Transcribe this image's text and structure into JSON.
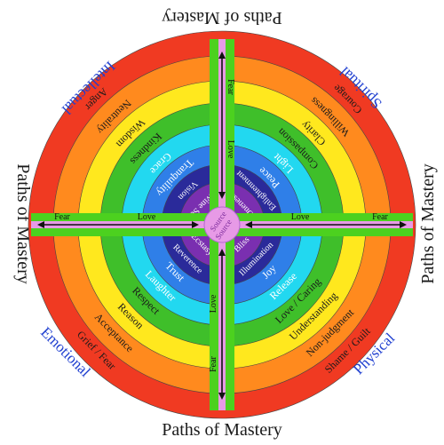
{
  "titles": {
    "top": "Paths of Mastery",
    "bottom": "Paths of Mastery",
    "left": "Paths of Mastery",
    "right": "Paths of Mastery"
  },
  "quadrants": {
    "top_left": "Intellectual",
    "top_right": "Spiritual",
    "bottom_left": "Emotional",
    "bottom_right": "Physical"
  },
  "rings": [
    {
      "color": "#f03a22",
      "tl": "Anger",
      "tr": "Courage",
      "bl": "Grief / Fear",
      "br": "Shame / Guilt"
    },
    {
      "color": "#ff8a1e",
      "tl": "Neutrality",
      "tr": "Willingness",
      "bl": "Acceptance",
      "br": "Non-judgment"
    },
    {
      "color": "#ffe81e",
      "tl": "Wisdom",
      "tr": "Clarity",
      "bl": "Reason",
      "br": "Understanding"
    },
    {
      "color": "#3fbf2a",
      "tl": "Kindness",
      "tr": "Compassion",
      "bl": "Respect",
      "br": "Love / Caring"
    },
    {
      "color": "#22d8f0",
      "tl": "Grace",
      "tr": "Light",
      "bl": "Laughter",
      "br": "Release"
    },
    {
      "color": "#2f7fe8",
      "tl": "Tranquility",
      "tr": "Peace",
      "bl": "Trust",
      "br": "Joy"
    },
    {
      "color": "#2a2a9a",
      "tl": "Vision",
      "tr": "Enlightenment",
      "bl": "Reverence",
      "br": "Illumination"
    },
    {
      "color": "#7a2fb0",
      "tl": "Divine Self",
      "tr": "Oneness",
      "bl": "Ecstasy",
      "br": "Bliss"
    }
  ],
  "center": {
    "line1": "Source",
    "line2": "Source"
  },
  "bars": {
    "top_fear": "Fear",
    "top_love": "Love",
    "bottom_love": "Love",
    "bottom_fear": "Fear",
    "left_fear": "Fear",
    "left_love": "Love",
    "right_love": "Love",
    "right_fear": "Fear"
  },
  "colors": {
    "bar_green": "#4cd11f",
    "bar_pink": "#e79ae6",
    "core": "#e79ae6"
  }
}
